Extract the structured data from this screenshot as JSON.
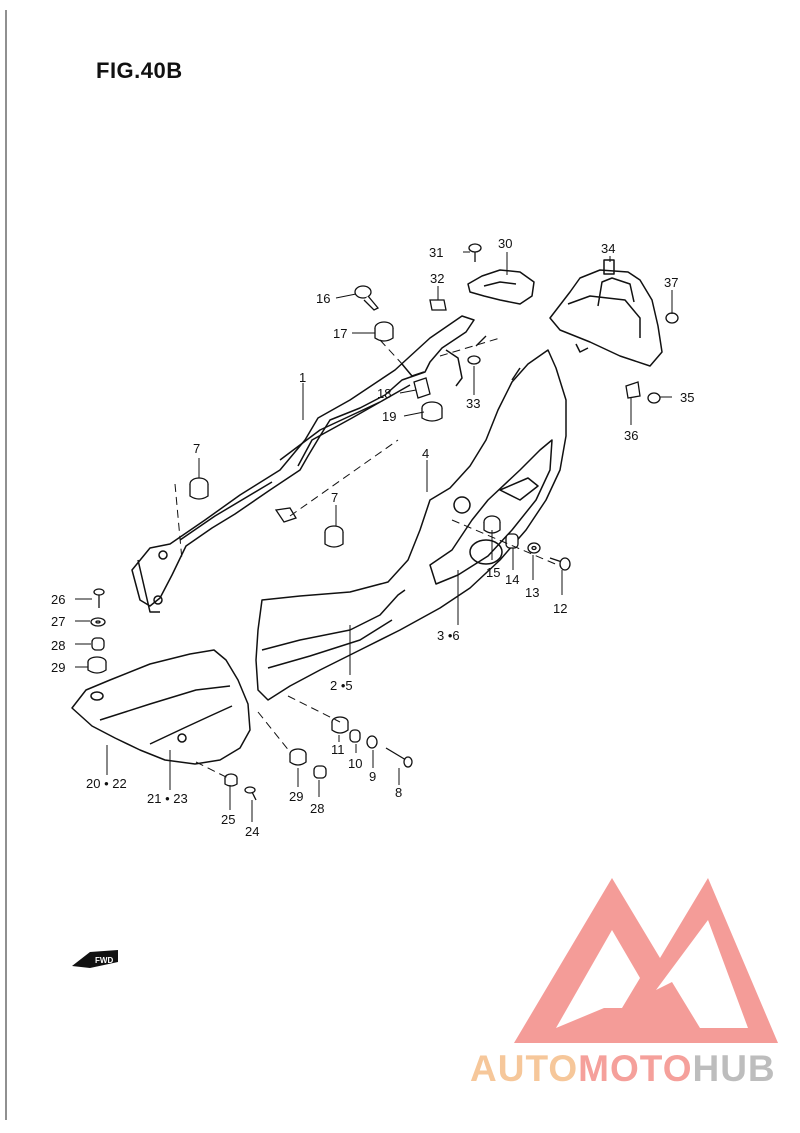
{
  "figure": {
    "title": "FIG.40B"
  },
  "callouts": {
    "c1": "1",
    "c2_5": "2 •5",
    "c3_6": "3 •6",
    "c4": "4",
    "c7a": "7",
    "c7b": "7",
    "c8": "8",
    "c9": "9",
    "c10": "10",
    "c11": "11",
    "c12": "12",
    "c13": "13",
    "c14": "14",
    "c15": "15",
    "c16": "16",
    "c17": "17",
    "c18": "18",
    "c19": "19",
    "c20_22": "20 • 22",
    "c21_23": "21 • 23",
    "c24": "24",
    "c25": "25",
    "c26": "26",
    "c27": "27",
    "c28a": "28",
    "c28b": "28",
    "c29a": "29",
    "c29b": "29",
    "c30": "30",
    "c31": "31",
    "c32": "32",
    "c33": "33",
    "c34": "34",
    "c35": "35",
    "c36": "36",
    "c37": "37"
  },
  "fwd_label": "FWD",
  "watermark": {
    "part_a": "AUTO",
    "part_b": "MOTO",
    "part_c": "HUB",
    "colors": {
      "triangle": "#f28b86",
      "auto": "#f6c79a",
      "moto": "#f5a09b",
      "hub": "#bdbdbd"
    }
  }
}
